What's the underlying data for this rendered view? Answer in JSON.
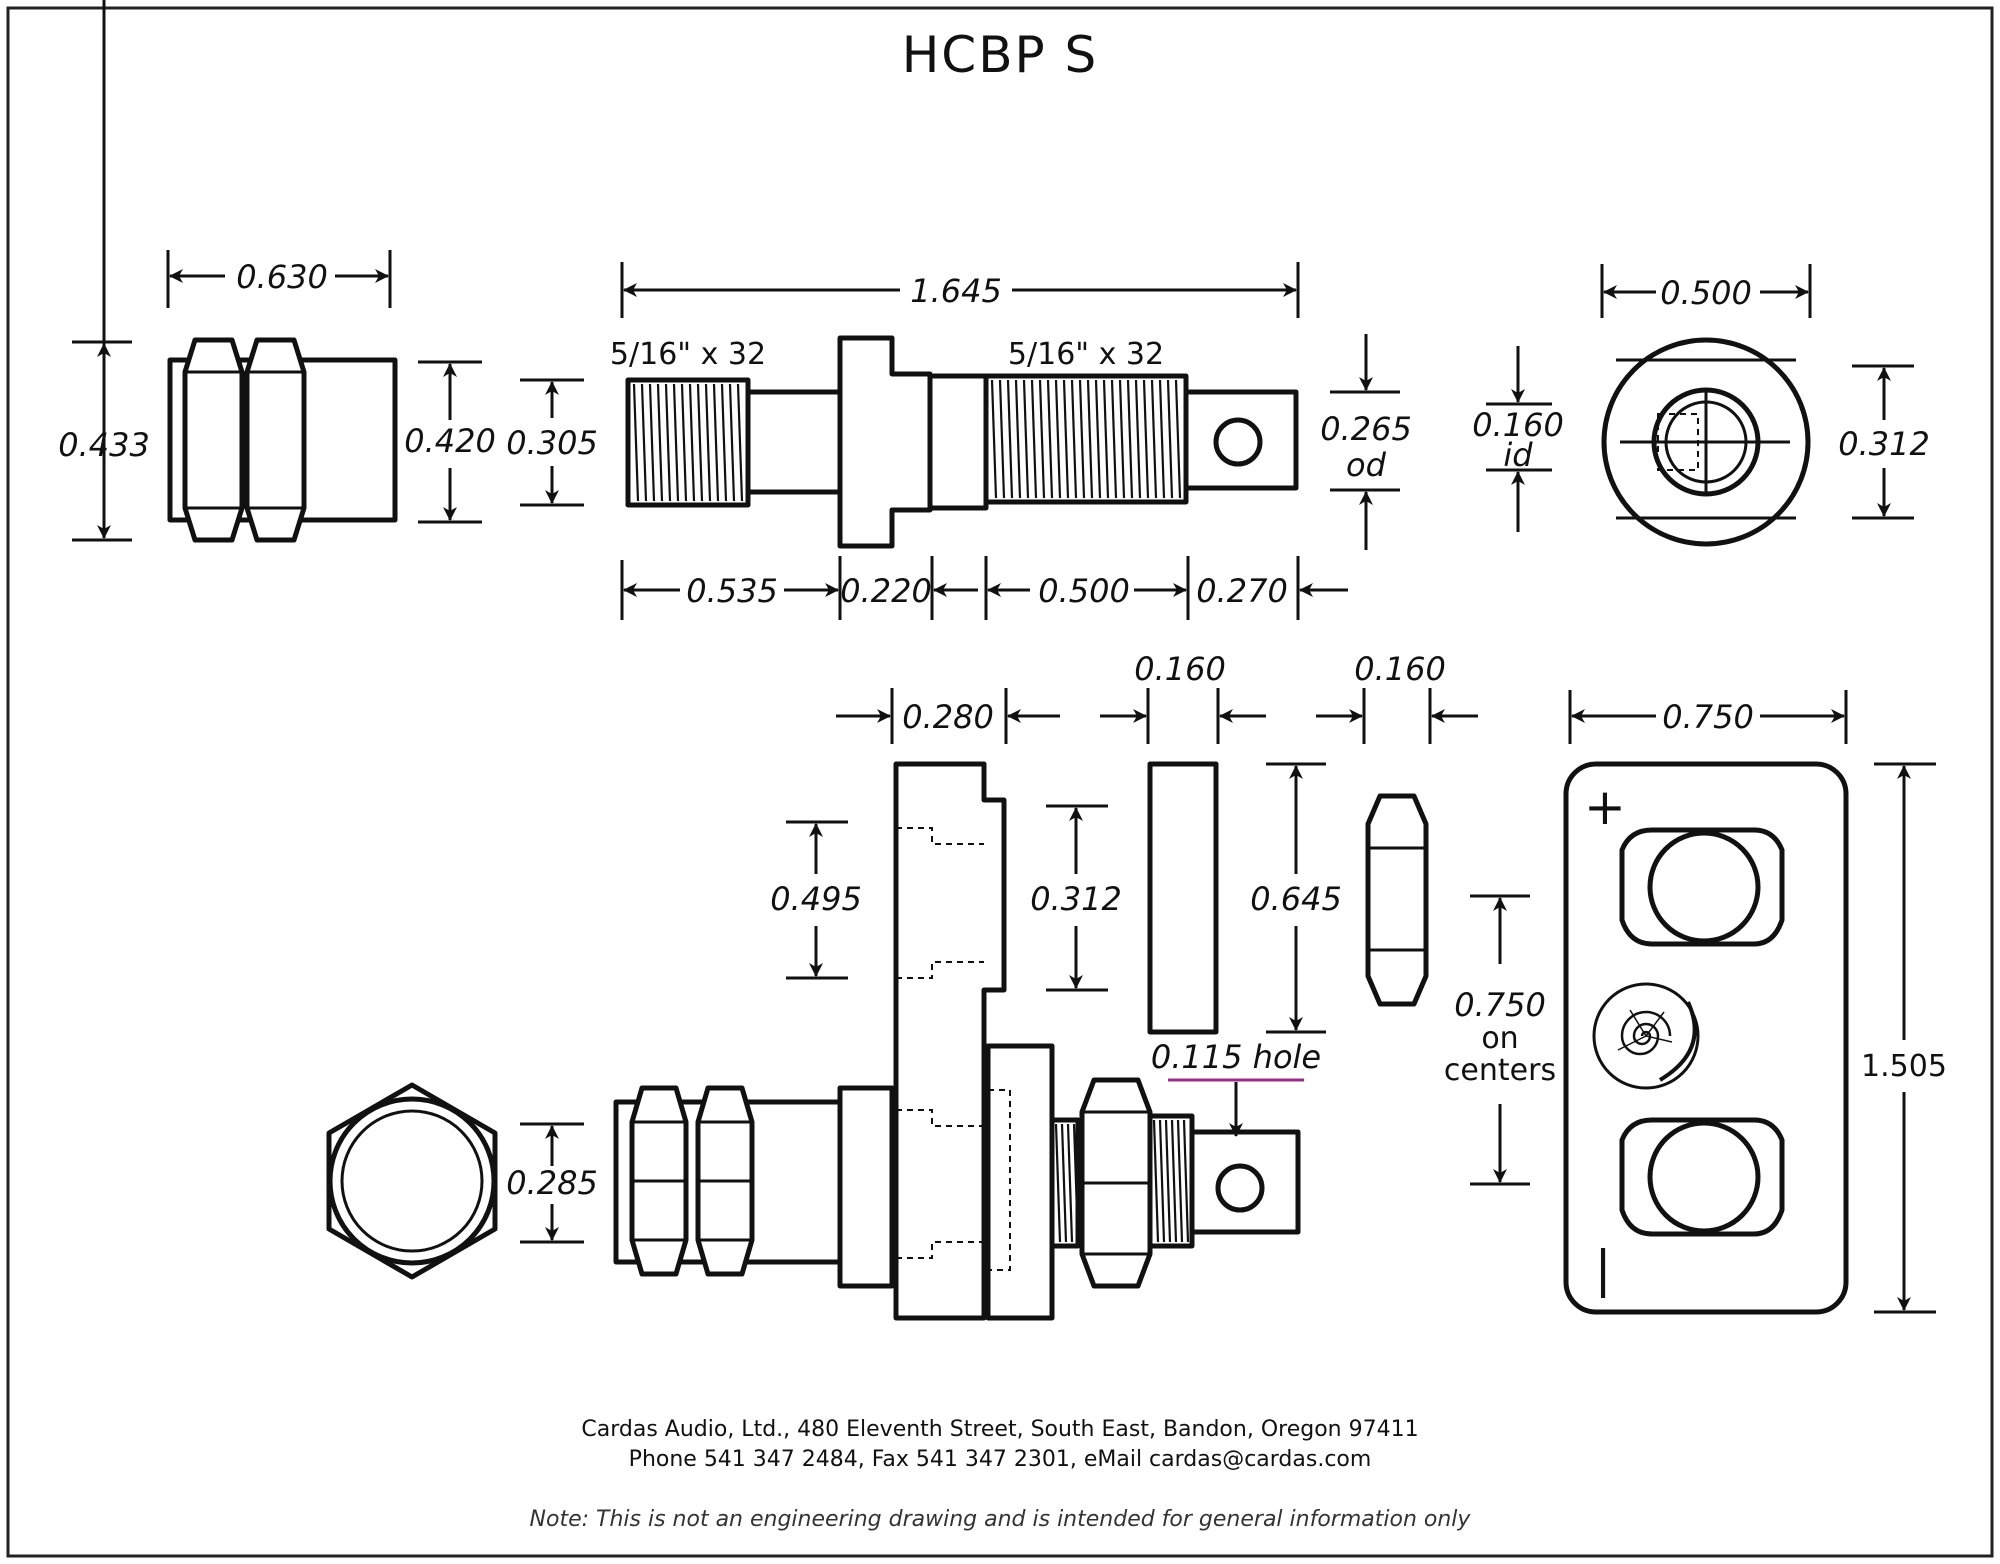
{
  "title": "HCBP S",
  "dimensions": {
    "nut_width": "0.630",
    "nut_height": "0.433",
    "nut_body": "0.420",
    "post_length": "1.645",
    "thread_left": "5/16\" x 32",
    "thread_right": "5/16\" x 32",
    "post_thread_dia": "0.305",
    "lug_od_value": "0.265",
    "lug_od_unit": "od",
    "seg_1": "0.535",
    "seg_2": "0.220",
    "seg_3": "0.500",
    "seg_4": "0.270",
    "end_width": "0.500",
    "end_id_value": "0.160",
    "end_id_unit": "id",
    "end_height": "0.312",
    "flange_width": "0.280",
    "flange_step": "0.495",
    "flange_boss": "0.312",
    "washer_thickness": "0.160",
    "washer_height": "0.645",
    "nut_thickness": "0.160",
    "hole_label": "0.115 hole",
    "hex_dia": "0.285",
    "plate_width": "0.750",
    "centers_value": "0.750",
    "centers_line2": "on",
    "centers_line3": "centers",
    "plate_height": "1.505",
    "plus": "+",
    "minus": "|"
  },
  "footer": {
    "address": "Cardas Audio, Ltd., 480 Eleventh Street, South East, Bandon, Oregon 97411",
    "contact": "Phone 541 347 2484, Fax 541 347 2301, eMail cardas@cardas.com",
    "note": "Note:  This is not an engineering drawing and is intended for general information only"
  },
  "colors": {
    "hole_underline": "#9b2d8a",
    "ink": "#111111",
    "frame": "#222222"
  }
}
